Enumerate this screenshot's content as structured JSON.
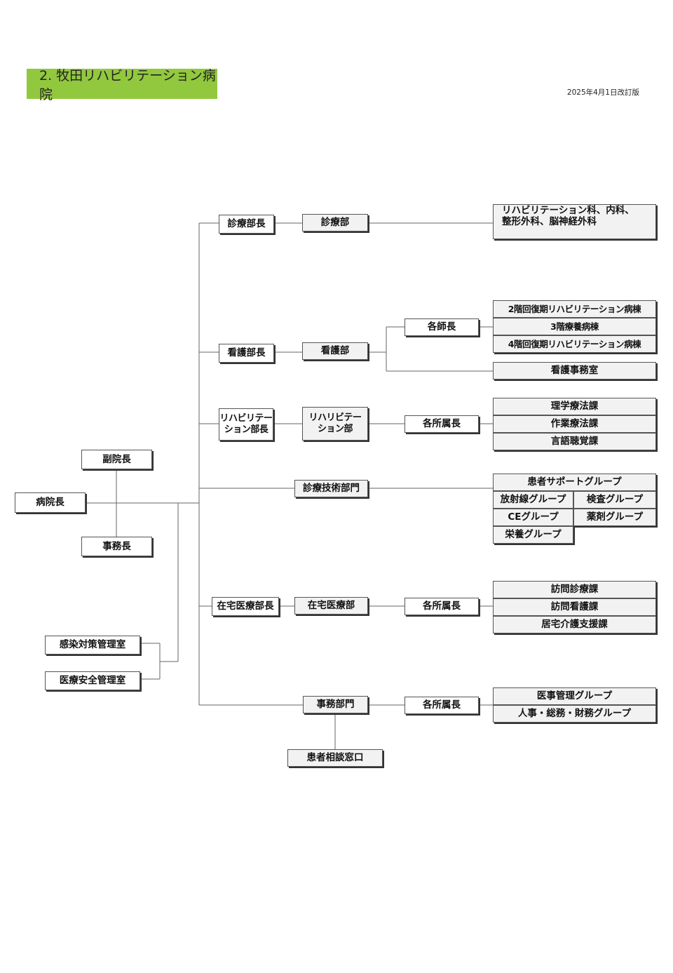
{
  "header": {
    "title": "2.  牧田リハビリテーション病院",
    "revision": "2025年4月1日改訂版"
  },
  "org": {
    "director": "病院長",
    "vice_director": "副院長",
    "admin_head": "事務長",
    "infection_control": "感染対策管理室",
    "safety_management": "医療安全管理室",
    "medical": {
      "head": "診療部長",
      "dept": "診療部",
      "units": [
        "リハビリテーション科、内科、",
        "整形外科、脳神経外科"
      ]
    },
    "nursing": {
      "head": "看護部長",
      "dept": "看護部",
      "chief": "各師長",
      "wards": [
        "2階回復期リハビリテーション病棟",
        "3階療養病棟",
        "4階回復期リハビリテーション病棟"
      ],
      "office": "看護事務室"
    },
    "rehab": {
      "head_lines": [
        "リハビリテー",
        "ション部長"
      ],
      "dept_lines": [
        "リハリビテー",
        "ション部"
      ],
      "chief": "各所属長",
      "sections": [
        "理学療法課",
        "作業療法課",
        "言語聴覚課"
      ]
    },
    "technical": {
      "dept": "診療技術部門",
      "groups": [
        "患者サポートグループ",
        "放射線グループ",
        "検査グループ",
        "CEグループ",
        "薬剤グループ",
        "栄養グループ"
      ]
    },
    "home_care": {
      "head": "在宅医療部長",
      "dept": "在宅医療部",
      "chief": "各所属長",
      "sections": [
        "訪問診療課",
        "訪問看護課",
        "居宅介護支援課"
      ]
    },
    "admin": {
      "dept": "事務部門",
      "chief": "各所属長",
      "groups": [
        "医事管理グループ",
        "人事・総務・財務グループ"
      ],
      "consult": "患者相談窓口"
    }
  }
}
